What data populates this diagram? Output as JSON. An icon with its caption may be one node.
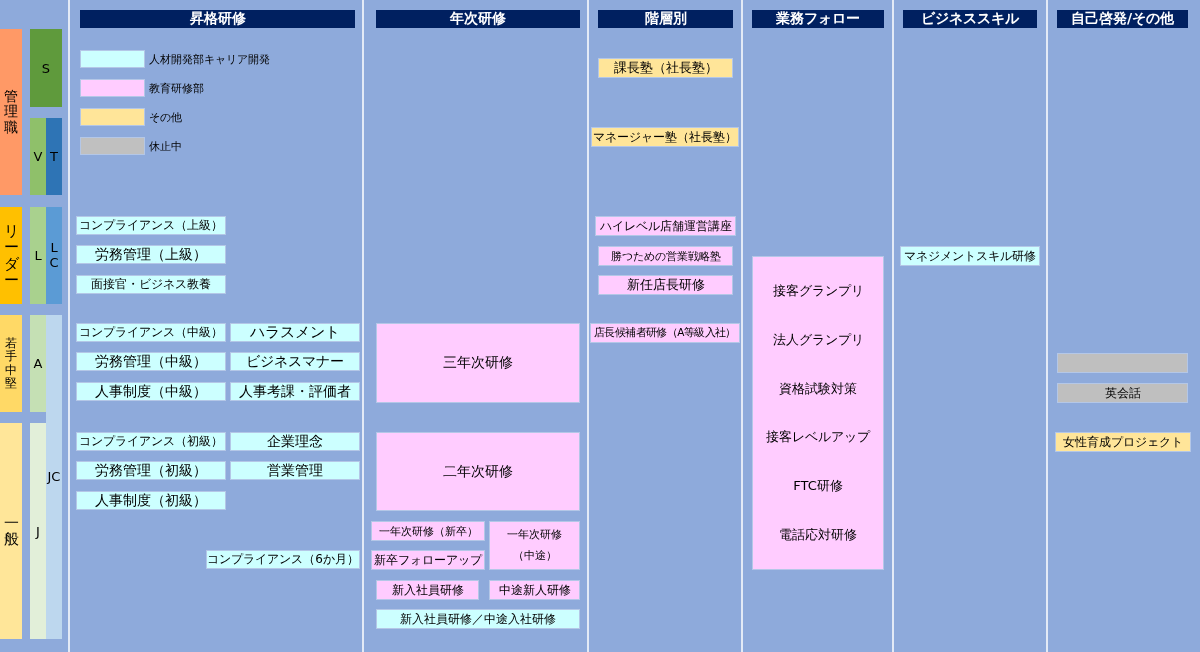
{
  "diagram": {
    "nodes": [
      {
        "text": [
          "昇格研修"
        ]
      },
      {
        "text": [
          "年次研修"
        ]
      },
      {
        "text": [
          "階層別"
        ]
      },
      {
        "text": [
          "業務フォロー"
        ]
      },
      {
        "text": [
          "ビジネススキル"
        ]
      },
      {
        "text": [
          "自己啓発/その他"
        ]
      },
      {
        "text": [
          "管理職"
        ]
      },
      {
        "text": [
          "S"
        ]
      },
      {
        "text": [
          "V"
        ]
      },
      {
        "text": [
          "T"
        ]
      },
      {
        "text": [
          "リーダー"
        ]
      },
      {
        "text": [
          "L"
        ]
      },
      {
        "text": [
          "LC"
        ]
      },
      {
        "text": [
          "若手中堅"
        ]
      },
      {
        "text": [
          "A"
        ]
      },
      {
        "text": [
          "JC"
        ]
      },
      {
        "text": [
          "一般"
        ]
      },
      {
        "text": [
          "J"
        ]
      },
      {
        "text": [
          "コンプライアンス（上級）"
        ]
      },
      {
        "text": [
          "労務管理（上級）"
        ]
      },
      {
        "text": [
          "面接官・ビジネス教養"
        ]
      },
      {
        "text": [
          "コンプライアンス（中級）"
        ]
      },
      {
        "text": [
          "ハラスメント"
        ]
      },
      {
        "text": [
          "労務管理（中級）"
        ]
      },
      {
        "text": [
          "ビジネスマナー"
        ]
      },
      {
        "text": [
          "人事制度（中級）"
        ]
      },
      {
        "text": [
          "人事考課・評価者"
        ]
      },
      {
        "text": [
          "コンプライアンス（初級）"
        ]
      },
      {
        "text": [
          "企業理念"
        ]
      },
      {
        "text": [
          "労務管理（初級）"
        ]
      },
      {
        "text": [
          "営業管理"
        ]
      },
      {
        "text": [
          "人事制度（初級）"
        ]
      },
      {
        "text": [
          "コンプライアンス（6か月）"
        ]
      },
      {
        "text": [
          "三年次研修"
        ]
      },
      {
        "text": [
          "二年次研修"
        ]
      },
      {
        "text": [
          "一年次研修（新卒）"
        ]
      },
      {
        "text": [
          "一年次研修（中途）"
        ]
      },
      {
        "text": [
          "新卒フォローアップ"
        ]
      },
      {
        "text": [
          "新入社員研修"
        ]
      },
      {
        "text": [
          "中途新人研修"
        ]
      },
      {
        "text": [
          "新入社員研修／中途入社研修"
        ]
      },
      {
        "text": [
          "課長塾（社長塾）"
        ]
      },
      {
        "text": [
          "マネージャー塾（社長塾）"
        ]
      },
      {
        "text": [
          "ハイレベル店舗運営講座"
        ]
      },
      {
        "text": [
          "勝つための営業戦略塾"
        ]
      },
      {
        "text": [
          "新任店長研修"
        ]
      },
      {
        "text": [
          "店長候補者研修（A等級入社）"
        ]
      },
      {
        "text": [
          "接客グランプリ",
          "法人グランプリ",
          "資格試験対策",
          "接客レベルアップ",
          "FTC研修",
          "電話応対研修"
        ]
      },
      {
        "text": [
          "マネジメントスキル研修"
        ]
      },
      {
        "text": [],
        "shape": "box"
      },
      {
        "text": [
          "英会話"
        ]
      },
      {
        "text": [
          "女性育成プロジェクト"
        ]
      }
    ],
    "legend": [
      {
        "text": "人材開発部キャリア開発",
        "color": "#ccffff"
      },
      {
        "text": "教育研修部",
        "color": "#ffccff"
      },
      {
        "text": "その他",
        "color": "#ffe599"
      },
      {
        "text": "休止中",
        "color": "#c0c0c0"
      }
    ]
  }
}
